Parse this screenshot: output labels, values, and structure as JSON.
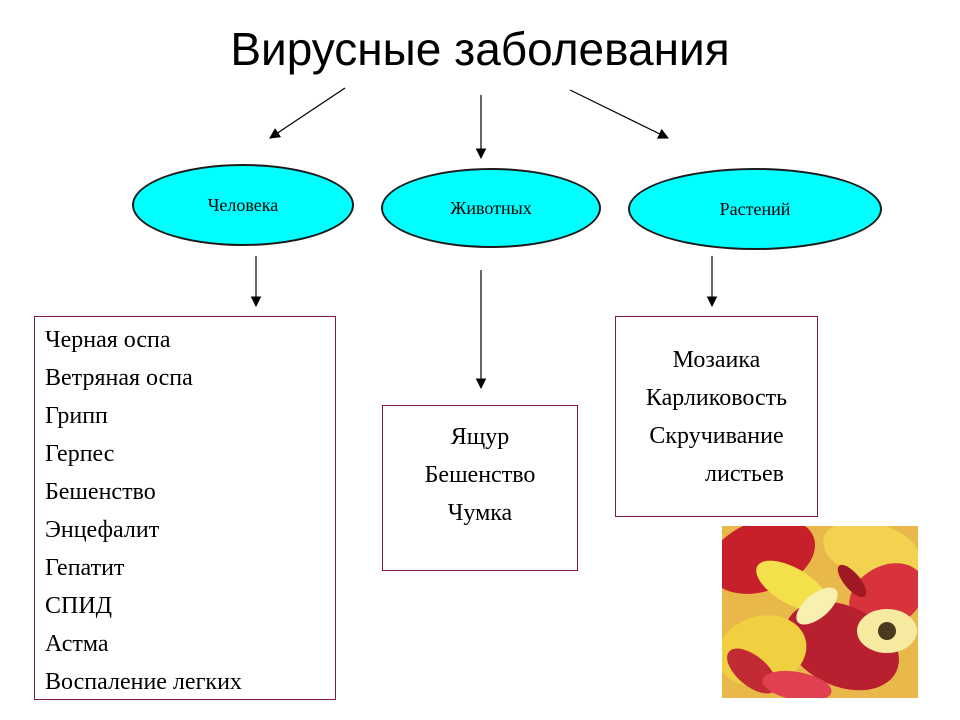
{
  "title": "Вирусные заболевания",
  "categories": [
    {
      "label": "Человека",
      "diseases": [
        "Черная оспа",
        "Ветряная оспа",
        "Грипп",
        "Герпес",
        "Бешенство",
        "Энцефалит",
        "Гепатит",
        "СПИД",
        "Астма",
        "Воспаление легких"
      ]
    },
    {
      "label": "Животных",
      "diseases": [
        "Ящур",
        "Бешенство",
        "Чумка"
      ]
    },
    {
      "label": "Растений",
      "diseases": [
        "Мозаика",
        "Карликовость",
        "Скручивание",
        "листьев"
      ]
    }
  ],
  "colors": {
    "oval_fill": "#00ffff",
    "box_border": "#7a1f3d"
  },
  "image": {
    "subject": "variegated tulip flowers photo"
  }
}
